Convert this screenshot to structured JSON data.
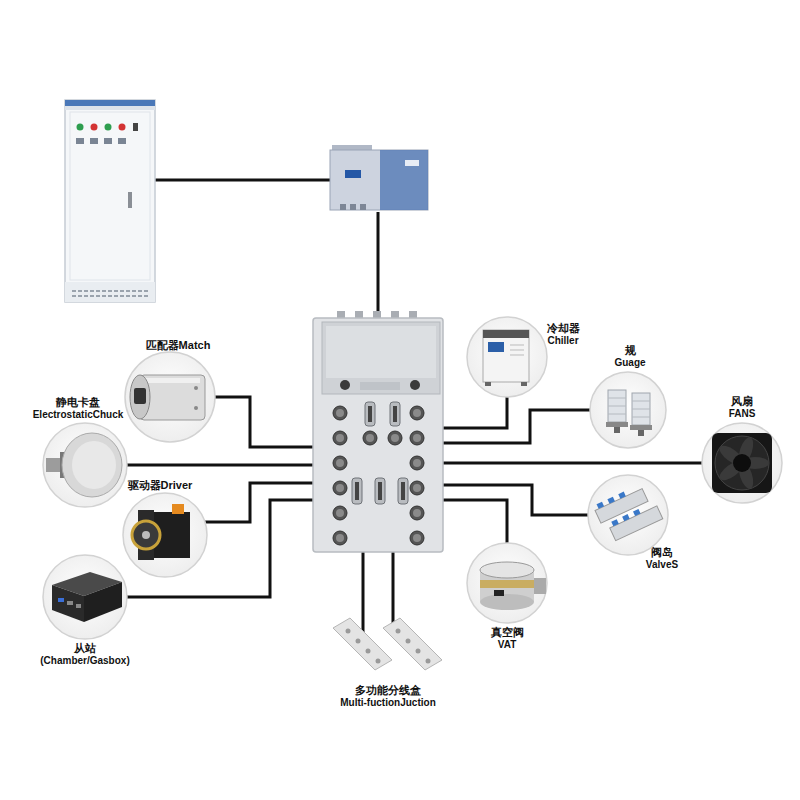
{
  "diagram": {
    "nodes": [
      {
        "text": [
          "冷却器",
          "Chiller"
        ]
      },
      {
        "text": [
          "匹配器Match"
        ]
      },
      {
        "text": [
          "规",
          "Guage"
        ]
      },
      {
        "text": [
          "风扇",
          "FANS"
        ]
      },
      {
        "text": [
          "静电卡盘",
          "ElectrostaticChuck"
        ]
      },
      {
        "text": [
          "驱动器Driver"
        ]
      },
      {
        "text": [
          "阀岛",
          "ValveS"
        ]
      },
      {
        "text": [
          "真空阀",
          "VAT"
        ]
      },
      {
        "text": [
          "从站",
          "(Chamber/Gasbox)"
        ]
      },
      {
        "text": [
          "多功能分线盒",
          "Multi-fuctionJuction"
        ]
      }
    ]
  }
}
